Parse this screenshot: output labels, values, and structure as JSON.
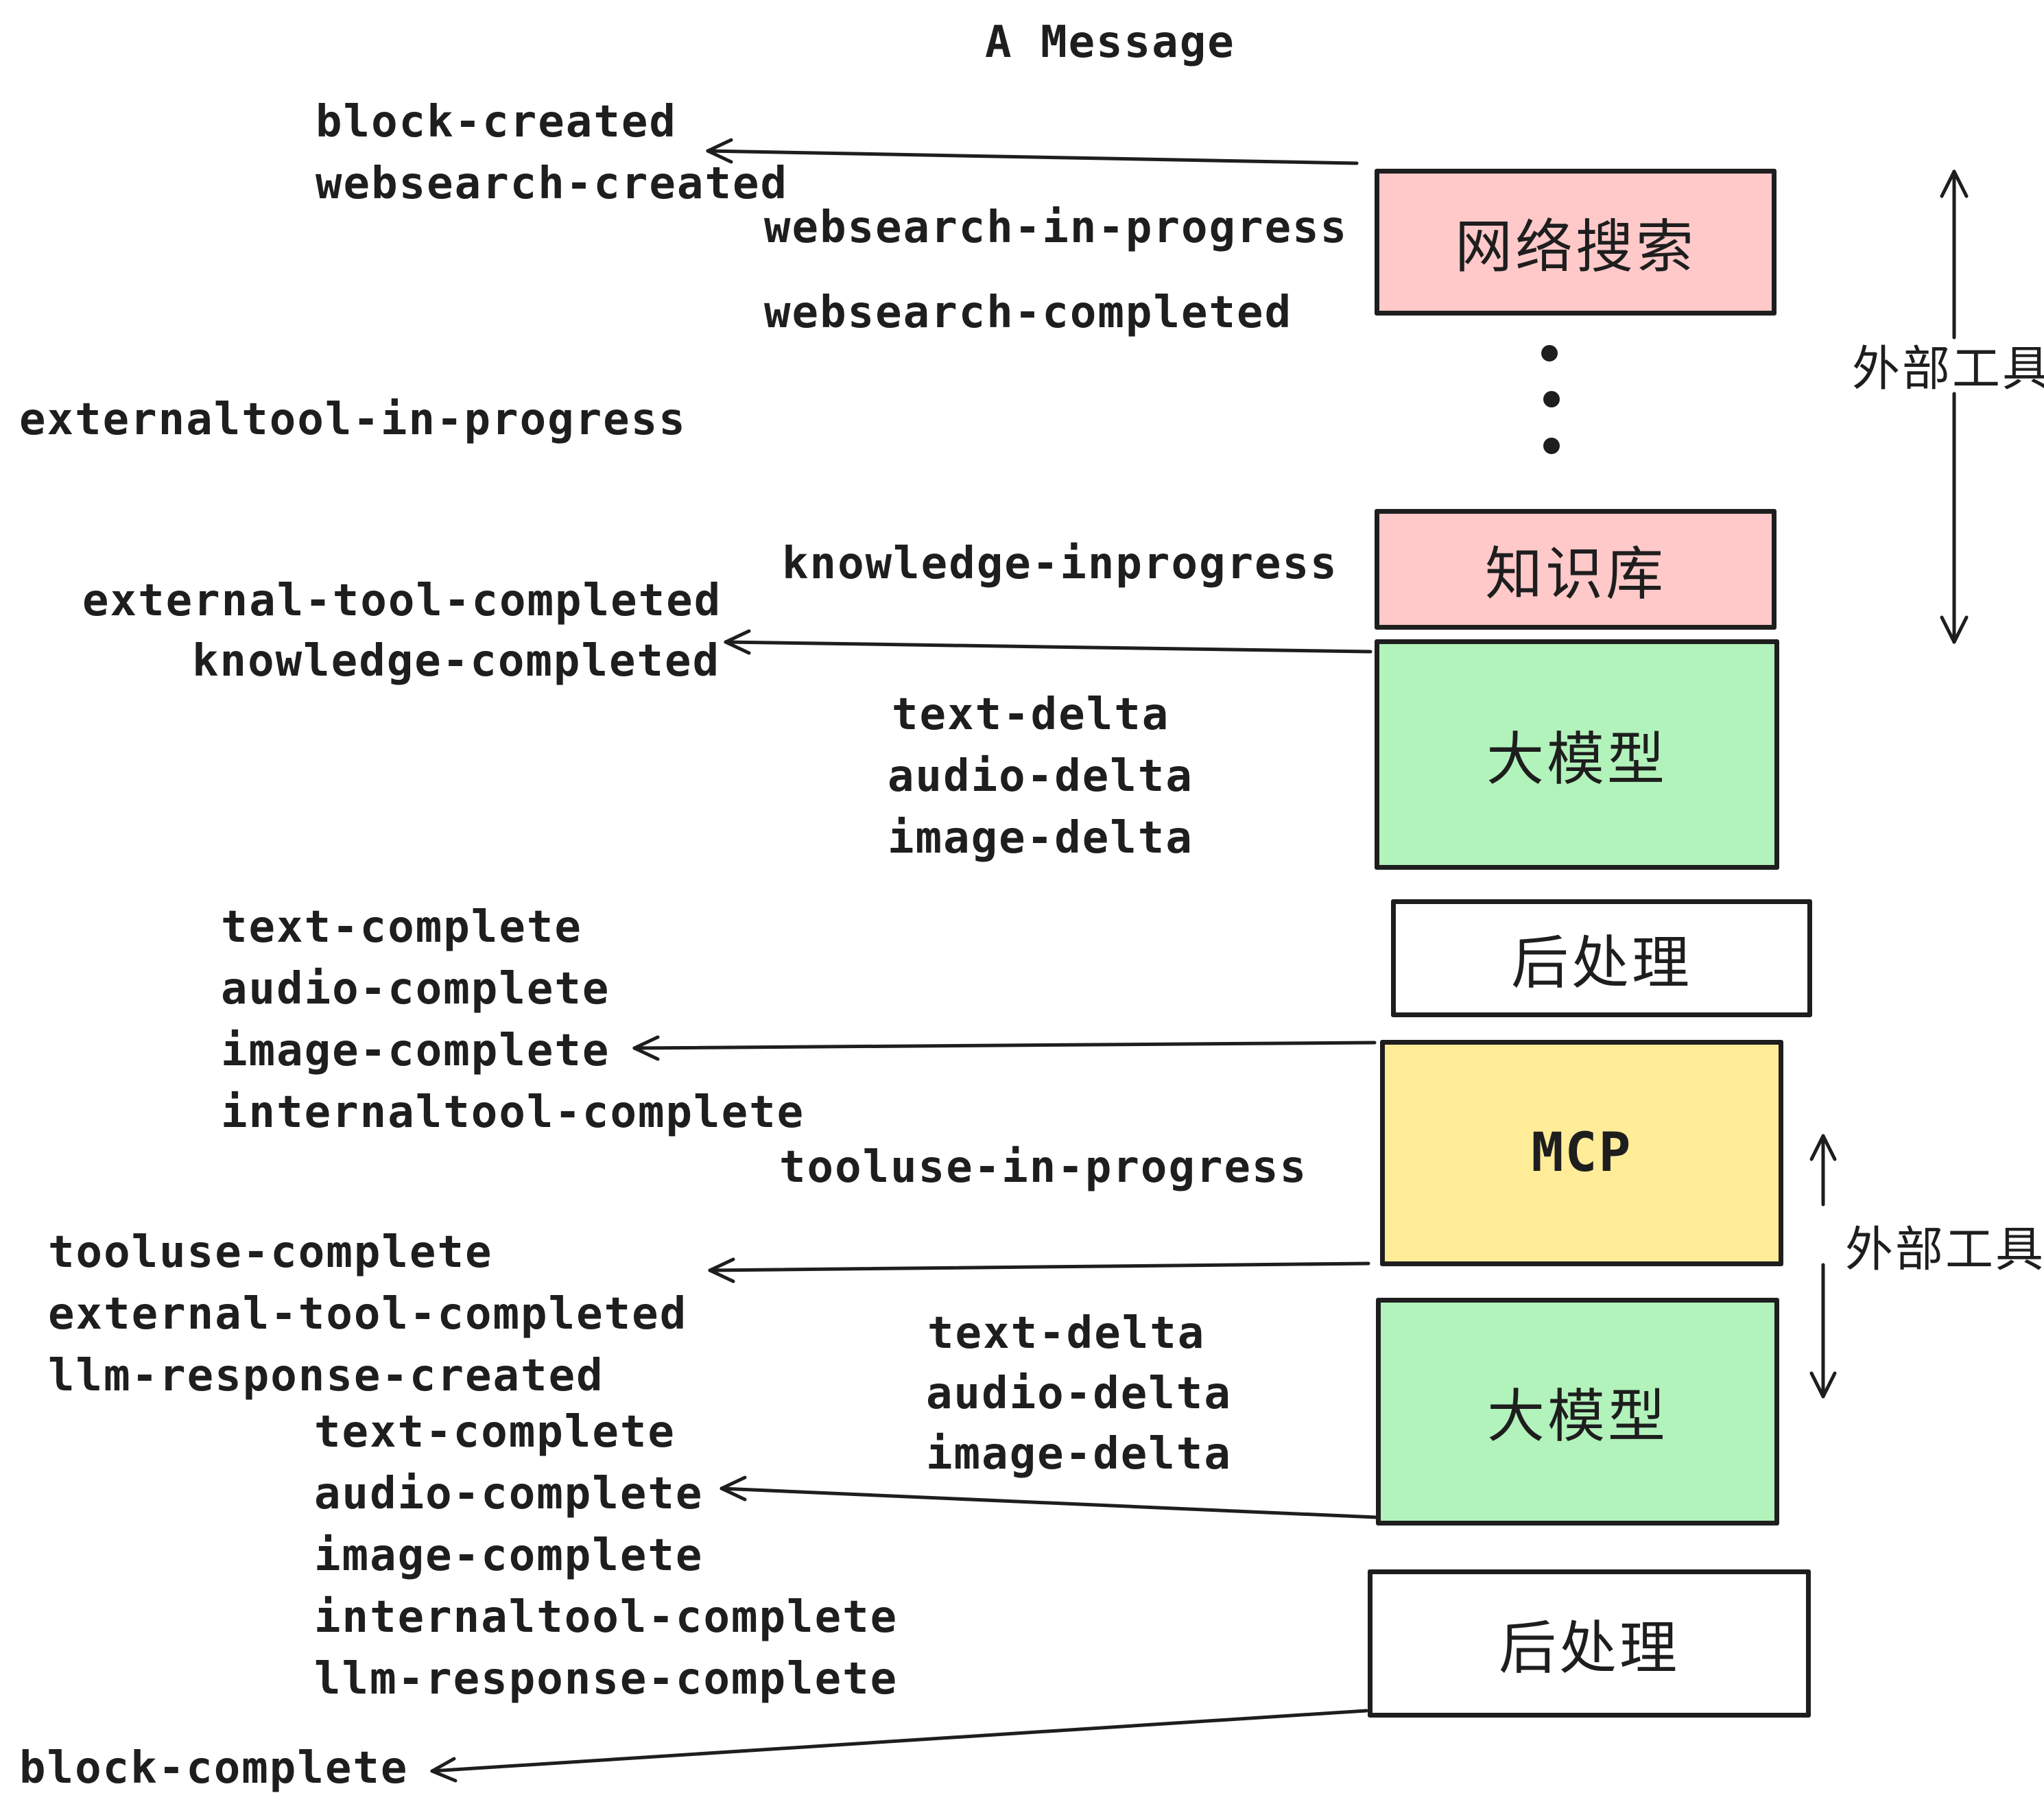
{
  "title": "A Message",
  "colors": {
    "ink": "#1E1E1E",
    "pink": "#FFC9C9",
    "green": "#B2F2BB",
    "yellow": "#FFEC99",
    "white": "#FFFFFF"
  },
  "boxes": {
    "websearch": "网络搜索",
    "knowledge": "知识库",
    "llm_top": "大模型",
    "post_top": "后处理",
    "mcp": "MCP",
    "llm_bottom": "大模型",
    "post_bottom": "后处理"
  },
  "side_labels": {
    "external_tools_top": "外部工具",
    "external_tools_bottom": "外部工具"
  },
  "events": {
    "block_created": "block-created",
    "websearch_created": "websearch-created",
    "websearch_in_progress": "websearch-in-progress",
    "websearch_completed": "websearch-completed",
    "externaltool_in_progress": "externaltool-in-progress",
    "knowledge_inprogress": "knowledge-inprogress",
    "external_tool_completed_1": "external-tool-completed",
    "knowledge_completed": "knowledge-completed",
    "text_delta_1": "text-delta",
    "audio_delta_1": "audio-delta",
    "image_delta_1": "image-delta",
    "text_complete_1": "text-complete",
    "audio_complete_1": "audio-complete",
    "image_complete_1": "image-complete",
    "internaltool_complete_1": "internaltool-complete",
    "tooluse_in_progress": "tooluse-in-progress",
    "tooluse_complete": "tooluse-complete",
    "external_tool_completed_2": "external-tool-completed",
    "llm_response_created": "llm-response-created",
    "text_complete_2": "text-complete",
    "audio_complete_2": "audio-complete",
    "image_complete_2": "image-complete",
    "internaltool_complete_2": "internaltool-complete",
    "llm_response_complete": "llm-response-complete",
    "text_delta_2": "text-delta",
    "audio_delta_2": "audio-delta",
    "image_delta_2": "image-delta",
    "block_complete": "block-complete"
  }
}
